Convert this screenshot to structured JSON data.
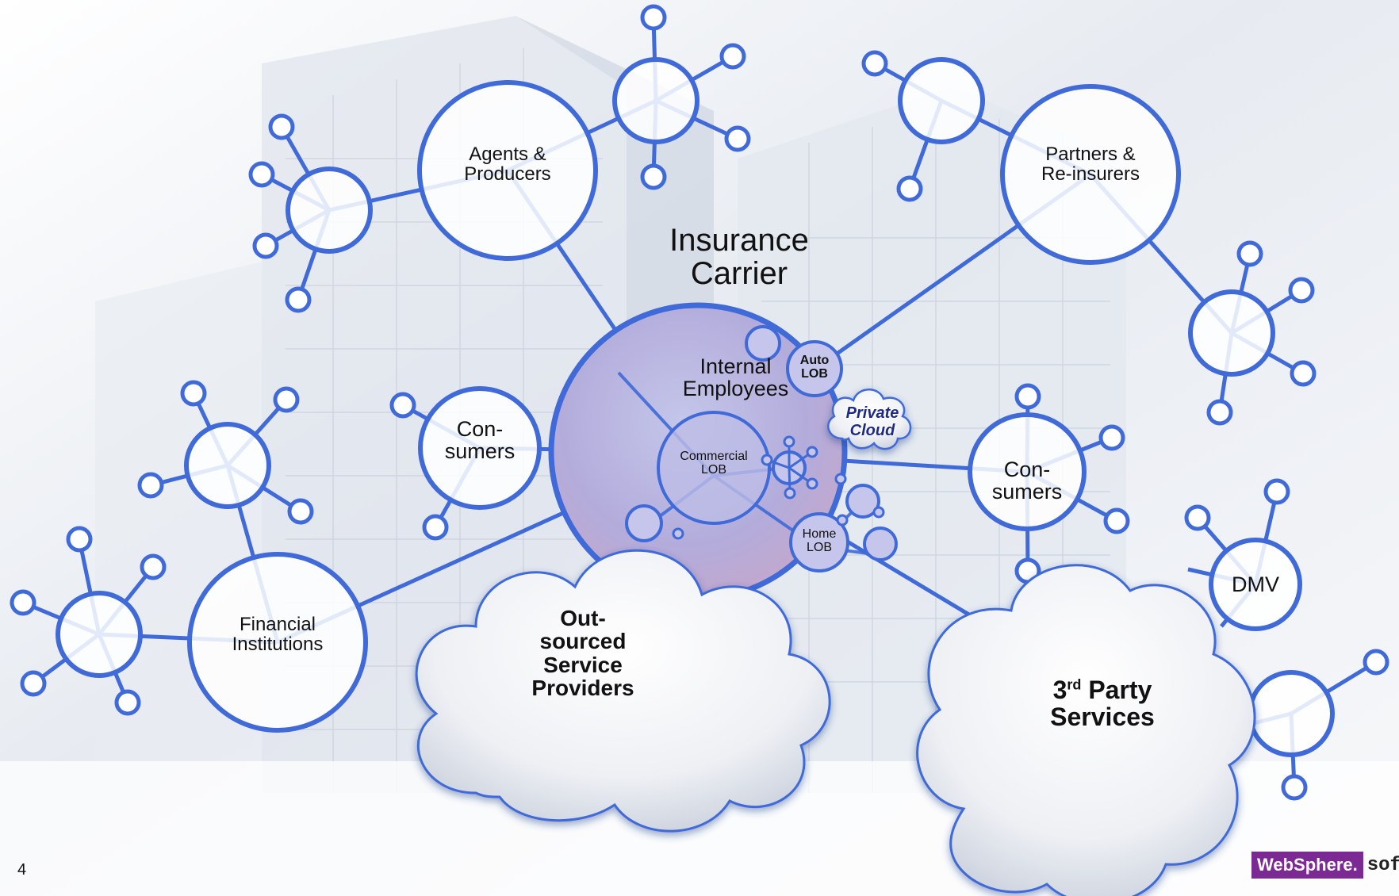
{
  "diagram": {
    "title": "Insurance\nCarrier",
    "center": {
      "label": "Internal\nEmployees",
      "sub_nodes": {
        "auto": "Auto\nLOB",
        "commercial": "Commercial\nLOB",
        "home": "Home\nLOB"
      },
      "private_cloud": "Private\nCloud"
    },
    "nodes": {
      "agents": "Agents &\nProducers",
      "partners": "Partners &\nRe-insurers",
      "consumers_left": "Con-\nsumers",
      "consumers_right": "Con-\nsumers",
      "financial": "Financial\nInstitutions",
      "dmv": "DMV"
    },
    "clouds": {
      "outsourced": "Out-\nsourced\nService\nProviders",
      "third_party_sup": "rd",
      "third_party_prefix": "3",
      "third_party_rest": " Party",
      "third_party_line2": "Services"
    }
  },
  "footer": {
    "page_number": "4",
    "brand_word": "WebSphere.",
    "brand_suffix": "software"
  },
  "colors": {
    "node_stroke": "#3f6ad8",
    "center_fill": "#b6b0e0",
    "brand": "#7b2a94"
  }
}
